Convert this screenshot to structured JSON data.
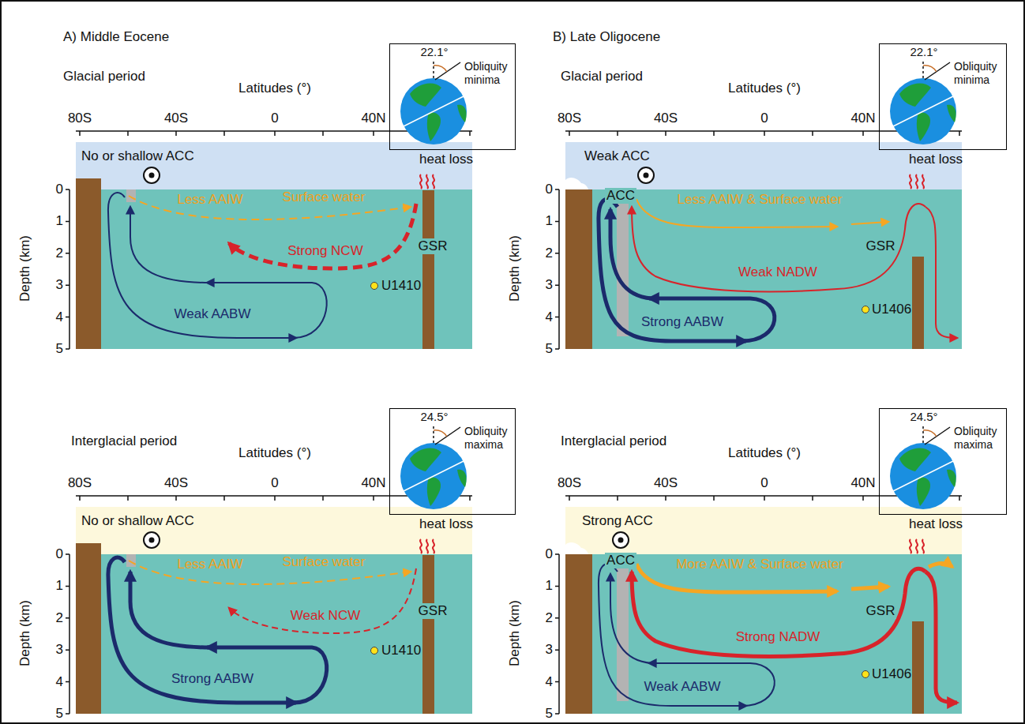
{
  "diagram": {
    "nodes": [
      {
        "text": [
          "22.1°",
          "Obliquity minima"
        ]
      },
      {
        "text": [
          "22.1°",
          "Obliquity minima"
        ]
      },
      {
        "text": [
          "24.5°",
          "Obliquity maxima"
        ]
      },
      {
        "text": [
          "24.5°",
          "Obliquity maxima"
        ]
      }
    ],
    "labels": [
      "A) Middle Eocene",
      "Glacial period",
      "Latitudes (°)",
      "80S",
      "40S",
      "0",
      "40N",
      "No or shallow ACC",
      "heat loss",
      "Depth (km)",
      "0",
      "1",
      "2",
      "3",
      "4",
      "5",
      "Less AAIW",
      "Surface water",
      "GSR",
      "Strong NCW",
      "U1410",
      "Weak AABW",
      "B) Late Oligocene",
      "Glacial period",
      "Latitudes (°)",
      "80S",
      "40S",
      "0",
      "40N",
      "Weak ACC",
      "heat loss",
      "Depth (km)",
      "0",
      "1",
      "2",
      "3",
      "4",
      "5",
      "ACC",
      "Less AAIW & Surface water",
      "GSR",
      "Weak NADW",
      "U1406",
      "Strong AABW",
      "Interglacial period",
      "Latitudes (°)",
      "80S",
      "40S",
      "0",
      "40N",
      "No or shallow ACC",
      "heat loss",
      "Depth (km)",
      "0",
      "1",
      "2",
      "3",
      "4",
      "5",
      "Less AAIW",
      "Surface water",
      "GSR",
      "Weak NCW",
      "U1410",
      "Strong AABW",
      "Interglacial period",
      "Latitudes (°)",
      "80S",
      "40S",
      "0",
      "40N",
      "Strong ACC",
      "heat loss",
      "Depth (km)",
      "0",
      "1",
      "2",
      "3",
      "4",
      "5",
      "ACC",
      "More AAIW & Surface water",
      "GSR",
      "Strong NADW",
      "U1406",
      "Weak AABW"
    ]
  }
}
